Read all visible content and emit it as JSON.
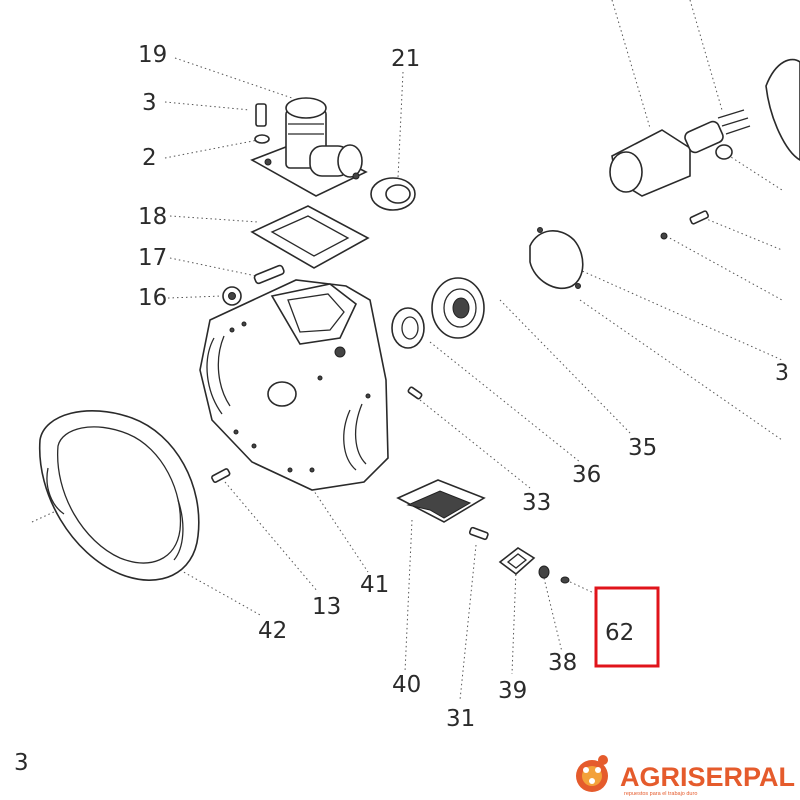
{
  "callouts": {
    "c19": "19",
    "c3": "3",
    "c2": "2",
    "c21": "21",
    "c18": "18",
    "c17": "17",
    "c16": "16",
    "c35": "35",
    "c36": "36",
    "c33": "33",
    "c41": "41",
    "c42": "42",
    "c13": "13",
    "c40": "40",
    "c31": "31",
    "c39": "39",
    "c38": "38",
    "c62": "62",
    "corner": "3"
  },
  "highlight": {
    "part": "62",
    "color": "#e0141b"
  },
  "brand": {
    "name": "AGRISERPAL",
    "tagline": "repuestos para el trabajo duro",
    "color": "#e55b2c"
  }
}
